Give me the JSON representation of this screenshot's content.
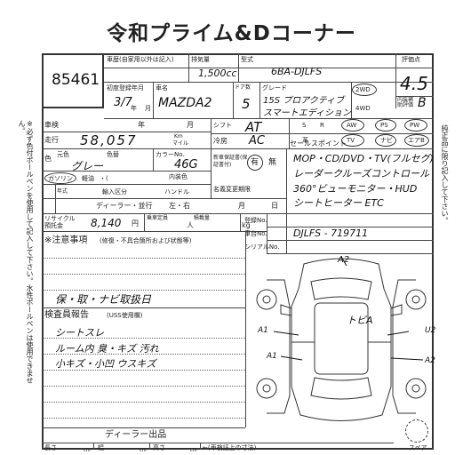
{
  "header": {
    "title": "令和プライム&Dコーナー"
  },
  "side_note_left": "※必ず色付ボールペンを使用して記入して下さい。水性ボールペンは使用できません。",
  "side_note_right": "純正品に限り記入して下さい。",
  "lot": {
    "number": "85461"
  },
  "row1": {
    "label_shadai": "車歴(自家用以外は記入)",
    "label_haiki": "排気量",
    "haiki_value": "1,500cc",
    "label_katashiki": "型式",
    "katashiki_value": "6BA-DJLFS",
    "label_hyoka": "評価点",
    "hyoka_value": "4.5"
  },
  "row2": {
    "label_shodo": "初度登録年月",
    "shodo_value": "3/7",
    "label_nen": "年",
    "label_tsuki": "月",
    "label_shamei": "車名",
    "shamei_value": "MAZDA2",
    "label_door": "ドア数",
    "door_value": "5",
    "label_grade": "グレード",
    "grade_value_1": "15S プロアクティブ",
    "grade_value_2": "スマートエディション",
    "drive_2wd": "2WD",
    "drive_4wd": "4WD",
    "label_naiso": "内装補助評価",
    "naiso_value": "B"
  },
  "row3": {
    "label_shaken": "車検",
    "label_nen": "年",
    "label_tsuki": "月",
    "label_soko": "走行",
    "soko_value": "58,057",
    "unit_km": "Km",
    "unit_mile": "マイル",
    "label_shift": "シフト",
    "shift_value": "AT",
    "equip_row1": [
      "S",
      "R",
      "AW",
      "PS",
      "PW"
    ],
    "equip_row2": [
      "革",
      "TV",
      "ナビ",
      "エアB"
    ],
    "label_reibo": "冷房",
    "reibo_value": "AC"
  },
  "row4": {
    "label_color": "色",
    "label_motoiro": "元色",
    "label_iro": "色替",
    "color_value": "グレー",
    "label_color_no": "カラーNo.",
    "color_no_value": "46G",
    "label_naiso_iro": "内装色",
    "label_shinsha_hosho": "新車保証書(保証書付)",
    "hosho_value": "有",
    "hosho_none": "無",
    "label_sales": "セールスポイント",
    "sales_lines": [
      "MOP・CD/DVD・TV(フルセグ)",
      "レーダークルーズコントロール",
      "360°ビューモニター・HUD",
      "シートヒーター ETC"
    ]
  },
  "row5": {
    "fuel_gasoline": "ガソリン",
    "fuel_keiyu": "軽油",
    "fuel_paren": "・(",
    "label_year": "年式",
    "label_yunyu": "輸入区分",
    "label_handle": "ハンドル",
    "yunyu_value": "ディーラー・並行",
    "handle_value": "左・右",
    "label_meigi": "名義変更期限",
    "meigi_tsuki": "月",
    "meigi_hi": "日"
  },
  "row6": {
    "label_recycle": "リサイクル預託金",
    "recycle_value": "8,140",
    "unit_yen": "円",
    "label_teiin": "乗車定員",
    "unit_nin": "人",
    "label_sekisai": "積載量",
    "unit_kg": "kg",
    "label_toroku": "登録No.",
    "label_shadai_no": "車台No.",
    "label_serial": "シリアルNo.",
    "shadai_no_value": "DJLFS - 719711"
  },
  "notes": {
    "label": "※注意事項",
    "sub": "(修復・不具合箇所および状態等)",
    "handwritten": "保・取・ナビ取扱日"
  },
  "inspector": {
    "label": "検査員報告",
    "sub": "(USS使用欄)",
    "lines": [
      "シートスレ",
      "ルーム内 臭・キズ 汚れ",
      "小キズ・小凹 ウスキズ"
    ]
  },
  "diagram": {
    "label_front": "A2",
    "label_roof": "トビA",
    "label_left1": "A1",
    "label_left2": "A1",
    "label_right1": "U2",
    "label_right2": "A2",
    "label_spare": "スペア"
  },
  "footer": {
    "dealer": "ディーラー出品",
    "label_nagasa": "長さ",
    "label_haba": "幅",
    "label_takasa": "高さ",
    "unit_cm": "cm",
    "arrow_note": "←(車検証上の寸法)"
  }
}
